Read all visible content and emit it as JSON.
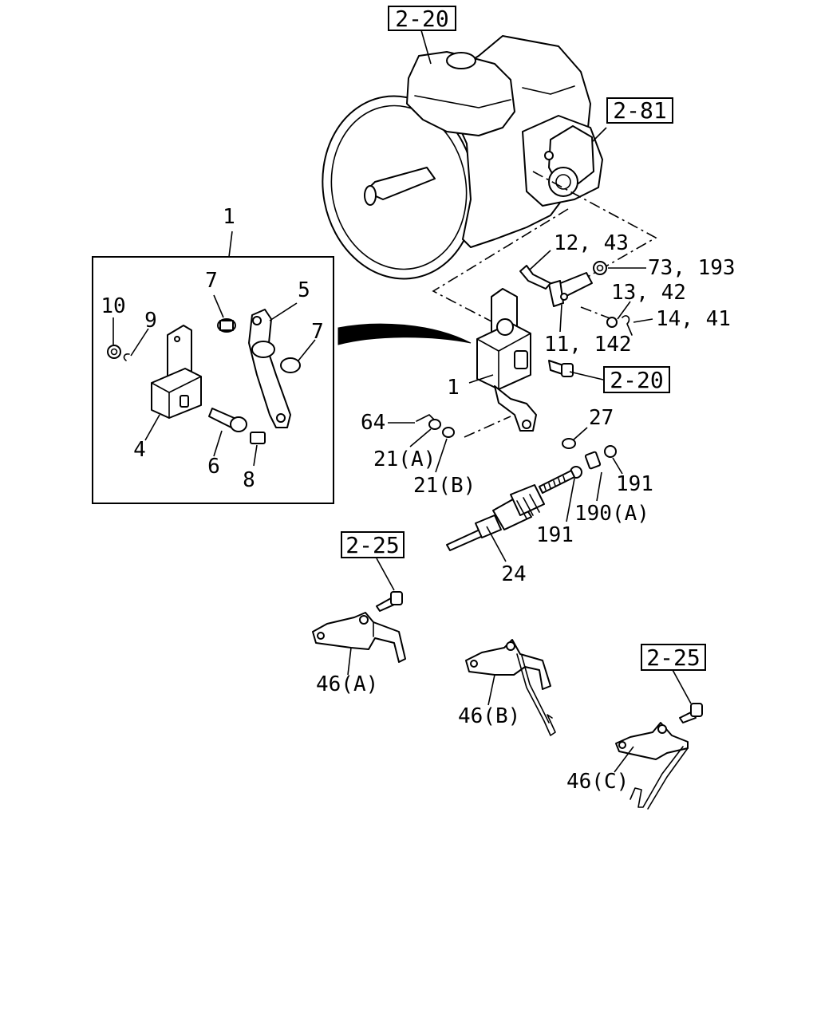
{
  "references": {
    "ref_top": "2-20",
    "ref_right": "2-81",
    "ref_mid": "2-20",
    "ref_left_low": "2-25",
    "ref_right_low": "2-25"
  },
  "callouts": {
    "c1_top": "1",
    "c7_a": "7",
    "c5": "5",
    "c10": "10",
    "c9": "9",
    "c7_b": "7",
    "c4": "4",
    "c6": "6",
    "c8": "8",
    "c12_43": "12, 43",
    "c73_193": "73, 193",
    "c13_42": "13, 42",
    "c14_41": "14, 41",
    "c11_142": "11, 142",
    "c1_main": "1",
    "c64": "64",
    "c27": "27",
    "c21a": "21(A)",
    "c21b": "21(B)",
    "c191_a": "191",
    "c190a": "190(A)",
    "c191_b": "191",
    "c24": "24",
    "c46a": "46(A)",
    "c46b": "46(B)",
    "c46c": "46(C)"
  }
}
